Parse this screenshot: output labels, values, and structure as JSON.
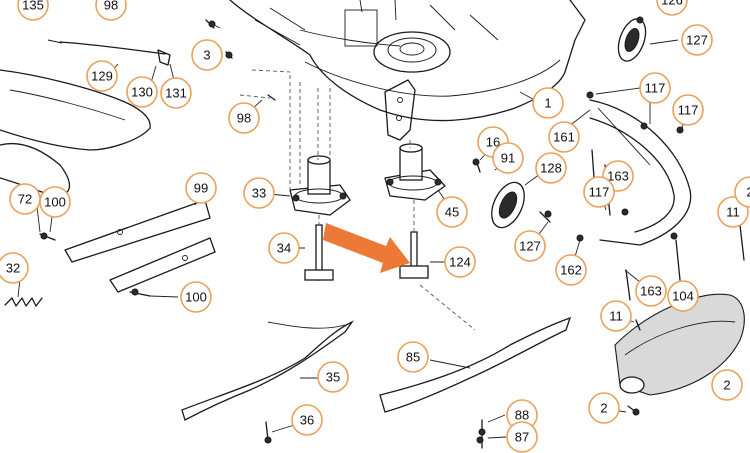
{
  "diagram": {
    "arrow_color": "#ec7a36",
    "callout_color": "#e9a15c",
    "callouts": [
      {
        "id": "c135",
        "label": "135"
      },
      {
        "id": "c98a",
        "label": "98"
      },
      {
        "id": "c129",
        "label": "129"
      },
      {
        "id": "c130",
        "label": "130"
      },
      {
        "id": "c131",
        "label": "131"
      },
      {
        "id": "c3",
        "label": "3"
      },
      {
        "id": "c98b",
        "label": "98"
      },
      {
        "id": "c1",
        "label": "1"
      },
      {
        "id": "c126",
        "label": "126"
      },
      {
        "id": "c127a",
        "label": "127"
      },
      {
        "id": "c117a",
        "label": "117"
      },
      {
        "id": "c117b",
        "label": "117"
      },
      {
        "id": "c161",
        "label": "161"
      },
      {
        "id": "c16",
        "label": "16"
      },
      {
        "id": "c91",
        "label": "91"
      },
      {
        "id": "c128",
        "label": "128"
      },
      {
        "id": "c163a",
        "label": "163"
      },
      {
        "id": "c117c",
        "label": "117"
      },
      {
        "id": "c72",
        "label": "72"
      },
      {
        "id": "c100a",
        "label": "100"
      },
      {
        "id": "c99",
        "label": "99"
      },
      {
        "id": "c33",
        "label": "33"
      },
      {
        "id": "c45",
        "label": "45"
      },
      {
        "id": "c127b",
        "label": "127"
      },
      {
        "id": "c11a",
        "label": "11"
      },
      {
        "id": "c34",
        "label": "34"
      },
      {
        "id": "c124",
        "label": "124"
      },
      {
        "id": "c32",
        "label": "32"
      },
      {
        "id": "c162",
        "label": "162"
      },
      {
        "id": "c163b",
        "label": "163"
      },
      {
        "id": "c104",
        "label": "104"
      },
      {
        "id": "c100b",
        "label": "100"
      },
      {
        "id": "c11b",
        "label": "11"
      },
      {
        "id": "c85",
        "label": "85"
      },
      {
        "id": "c35",
        "label": "35"
      },
      {
        "id": "c2a",
        "label": "2"
      },
      {
        "id": "c2b",
        "label": "2"
      },
      {
        "id": "c88",
        "label": "88"
      },
      {
        "id": "c36",
        "label": "36"
      },
      {
        "id": "c87",
        "label": "87"
      },
      {
        "id": "c2c",
        "label": "2"
      }
    ]
  }
}
